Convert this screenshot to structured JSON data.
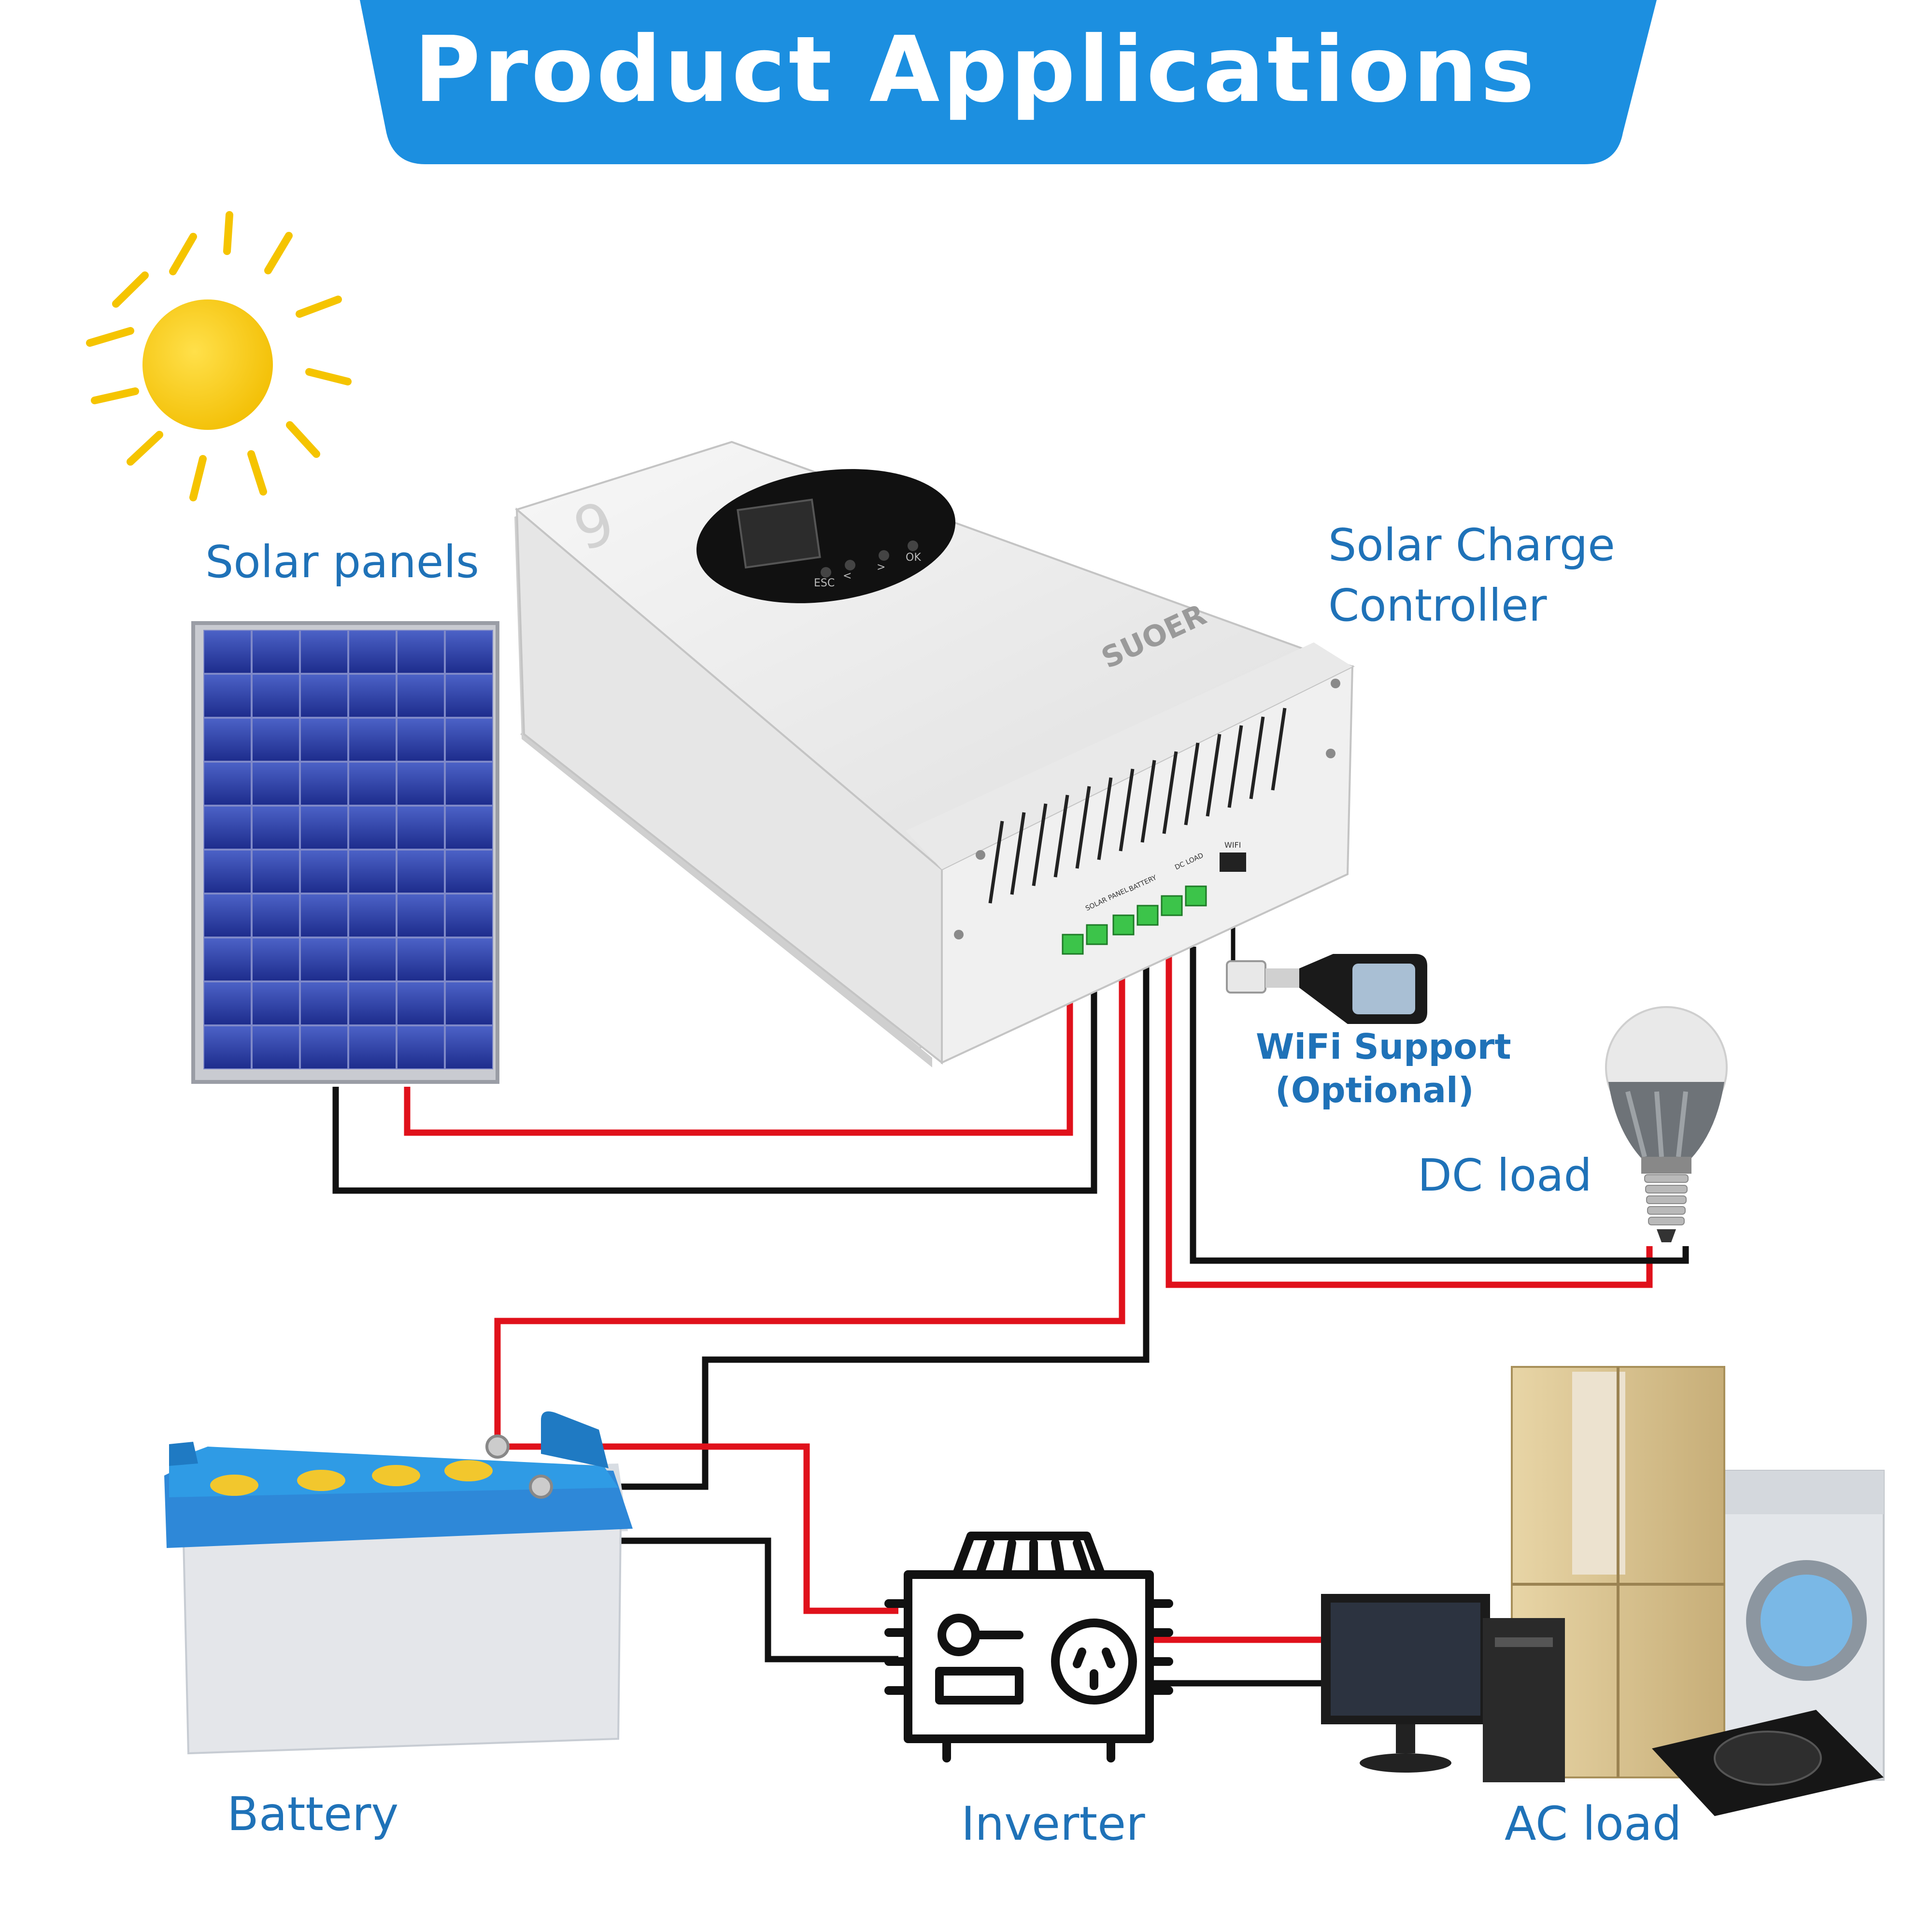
{
  "banner": {
    "title": "Product Applications",
    "color": "#1c8fe0"
  },
  "labels": {
    "solar_panels": "Solar panels",
    "controller_line1": "Solar Charge",
    "controller_line2": "Controller",
    "wifi_line1": "WiFi Support",
    "wifi_line2": "(Optional)",
    "dc_load": "DC load",
    "battery": "Battery",
    "inverter": "Inverter",
    "ac_load": "AC load"
  },
  "device": {
    "brand": "SUOER",
    "model_mark": "6",
    "buttons": [
      "ESC",
      "<",
      ">",
      "OK"
    ],
    "terminal_groups": [
      "SOLAR PANEL",
      "BATTERY",
      "DC LOAD"
    ],
    "port_label": "WIFI"
  },
  "colors": {
    "positive_wire": "#e0111b",
    "negative_wire": "#111111",
    "label_text": "#1f72b8",
    "sun": "#f5c400"
  },
  "icons": [
    "sun-icon",
    "solar-panel-icon",
    "charge-controller-icon",
    "wifi-dongle-icon",
    "bulb-icon",
    "battery-icon",
    "inverter-icon",
    "appliances-icon"
  ]
}
